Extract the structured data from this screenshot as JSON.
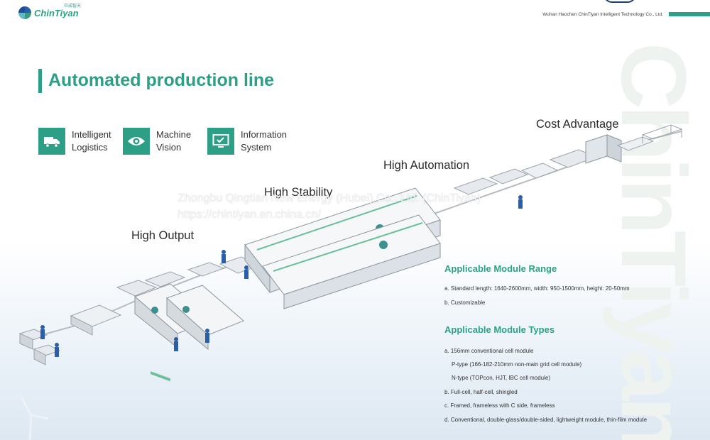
{
  "header": {
    "logo_text": "ChinTiyan",
    "logo_cn": "中成智天",
    "company": "Wuhan Haochen ChinTiyan Intelligent Technology Co., Ltd.",
    "background_text": "ChinTiyan"
  },
  "title": "Automated production line",
  "features": [
    {
      "line1": "Intelligent",
      "line2": "Logistics",
      "icon": "truck-icon"
    },
    {
      "line1": "Machine",
      "line2": "Vision",
      "icon": "eye-icon"
    },
    {
      "line1": "Information",
      "line2": "System",
      "icon": "monitor-icon"
    }
  ],
  "line_labels": {
    "high_output": "High Output",
    "high_stability": "High Stability",
    "high_automation": "High Automation",
    "cost_advantage": "Cost Advantage"
  },
  "watermark": {
    "line1": "Zhongbu Qingtian New Energy (Hubei) Co., Ltd. (ChinTiyan)",
    "line2": "https://chintiyan.en.china.cn/"
  },
  "module_range": {
    "heading": "Applicable Module Range",
    "items": [
      "a. Standard length: 1640-2600mm, width: 950-1500mm, height: 20-50mm",
      "b. Customizable"
    ]
  },
  "module_types": {
    "heading": "Applicable Module Types",
    "items": [
      "a. 156mm conventional cell module",
      "P-type (166-182-210mm non-main grid cell module)",
      "N-type (TOPcon, HJT, IBC cell module)",
      "b. Full-cell, half-cell, shingled",
      "c. Framed, frameless with C side, frameless",
      "d. Conventional, double-glass/double-sided, lightweight module, thin-film module"
    ]
  },
  "colors": {
    "accent": "#2e9f87",
    "navy": "#1d3e6b"
  }
}
